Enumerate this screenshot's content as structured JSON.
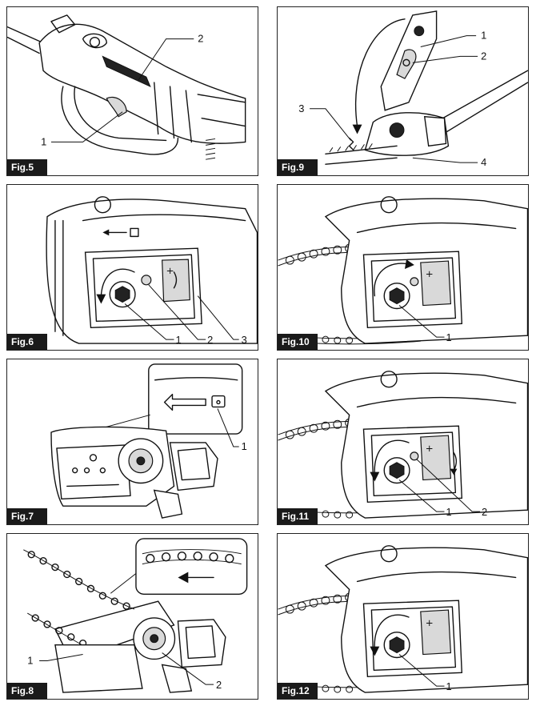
{
  "figures": [
    {
      "id": "fig5",
      "label": "Fig.5",
      "callouts": [
        "1",
        "2"
      ]
    },
    {
      "id": "fig6",
      "label": "Fig.6",
      "callouts": [
        "1",
        "2",
        "3"
      ]
    },
    {
      "id": "fig7",
      "label": "Fig.7",
      "callouts": [
        "1"
      ]
    },
    {
      "id": "fig8",
      "label": "Fig.8",
      "callouts": [
        "1",
        "2"
      ]
    },
    {
      "id": "fig9",
      "label": "Fig.9",
      "callouts": [
        "1",
        "2",
        "3",
        "4"
      ]
    },
    {
      "id": "fig10",
      "label": "Fig.10",
      "callouts": [
        "1"
      ]
    },
    {
      "id": "fig11",
      "label": "Fig.11",
      "callouts": [
        "1",
        "2"
      ]
    },
    {
      "id": "fig12",
      "label": "Fig.12",
      "callouts": [
        "1"
      ]
    }
  ]
}
